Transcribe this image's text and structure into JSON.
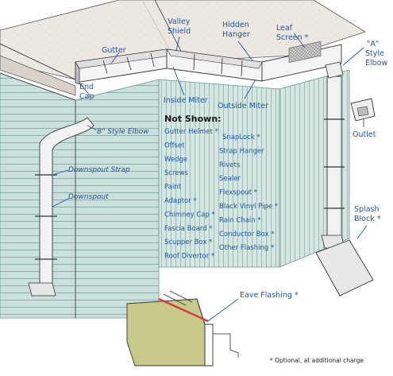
{
  "labels": {
    "gutter": "Gutter",
    "valley_shield_1": "Valley",
    "valley_shield_2": "Shield",
    "hidden_hanger_1": "Hidden",
    "hidden_hanger_2": "Hanger",
    "leaf_screen_1": "Leaf",
    "leaf_screen_2": "Screen *",
    "a_elbow_1": "\"A\"",
    "a_elbow_2": "Style",
    "a_elbow_3": "Elbow",
    "end_cap_1": "End",
    "end_cap_2": "Cap",
    "inside_miter": "Inside Miter",
    "outside_miter": "Outside Miter",
    "b_elbow": "\"B\" Style Elbow",
    "downspout_strap": "Downspout Strap",
    "downspout": "Downspout",
    "outlet": "Outlet",
    "splash_block_1": "Splash",
    "splash_block_2": "Block *",
    "eave_flashing": "Eave Flashing *",
    "footnote": "* Optional, at additional charge"
  },
  "not_shown": {
    "title": "Not Shown:",
    "left_items": [
      "Gutter Helmet *",
      "Offset",
      "Wedge",
      "Screws",
      "Paint",
      "Adaptor *",
      "Chimney Cap *",
      "Fascia Board *",
      "Scupper Box *",
      "Roof Divertor *"
    ],
    "right_items": [
      "SnapLock *",
      "Strap Hanger",
      "Rivets",
      "Sealer",
      "Flexspout *",
      "Black Vinyl Pipe *",
      "Rain Chain *",
      "Conductor Box *",
      "Other Flashing *"
    ]
  },
  "colors": {
    "siding": "#c9e0dc",
    "siding_line": "#8fb1ab",
    "roof": "#ece7e1",
    "label_blue": "#2255a5",
    "flashing_green": "#c6c98a",
    "flashing_red": "#d43a3a"
  }
}
